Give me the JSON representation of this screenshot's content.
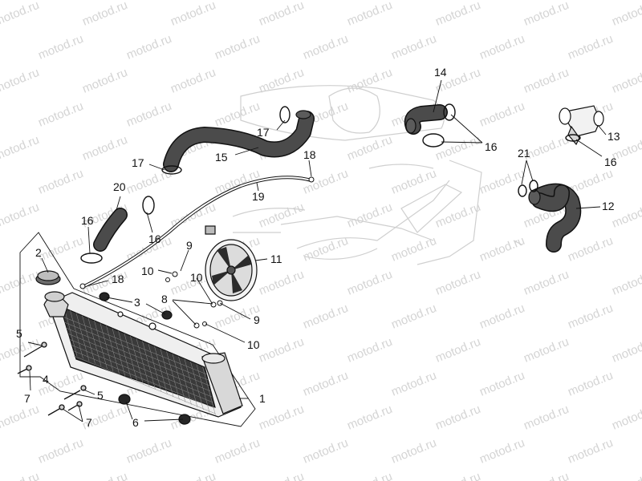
{
  "watermark": {
    "text": "motod.ru",
    "color": "#d4d4d4"
  },
  "diagram": {
    "background": "#ffffff",
    "ink": "#111111",
    "hose_color": "#4b4b4b",
    "callouts": [
      {
        "id": "c1",
        "text": "1"
      },
      {
        "id": "c2",
        "text": "2"
      },
      {
        "id": "c3",
        "text": "3"
      },
      {
        "id": "c4",
        "text": "4"
      },
      {
        "id": "c5a",
        "text": "5"
      },
      {
        "id": "c5b",
        "text": "5"
      },
      {
        "id": "c6",
        "text": "6"
      },
      {
        "id": "c7a",
        "text": "7"
      },
      {
        "id": "c7b",
        "text": "7"
      },
      {
        "id": "c8",
        "text": "8"
      },
      {
        "id": "c9a",
        "text": "9"
      },
      {
        "id": "c9b",
        "text": "9"
      },
      {
        "id": "c10a",
        "text": "10"
      },
      {
        "id": "c10b",
        "text": "10"
      },
      {
        "id": "c10c",
        "text": "10"
      },
      {
        "id": "c11",
        "text": "11"
      },
      {
        "id": "c12",
        "text": "12"
      },
      {
        "id": "c13",
        "text": "13"
      },
      {
        "id": "c14",
        "text": "14"
      },
      {
        "id": "c15",
        "text": "15"
      },
      {
        "id": "c16a",
        "text": "16"
      },
      {
        "id": "c16b",
        "text": "16"
      },
      {
        "id": "c16c",
        "text": "16"
      },
      {
        "id": "c16d",
        "text": "16"
      },
      {
        "id": "c17a",
        "text": "17"
      },
      {
        "id": "c17b",
        "text": "17"
      },
      {
        "id": "c18a",
        "text": "18"
      },
      {
        "id": "c18b",
        "text": "18"
      },
      {
        "id": "c19",
        "text": "19"
      },
      {
        "id": "c20",
        "text": "20"
      },
      {
        "id": "c21",
        "text": "21"
      }
    ]
  }
}
